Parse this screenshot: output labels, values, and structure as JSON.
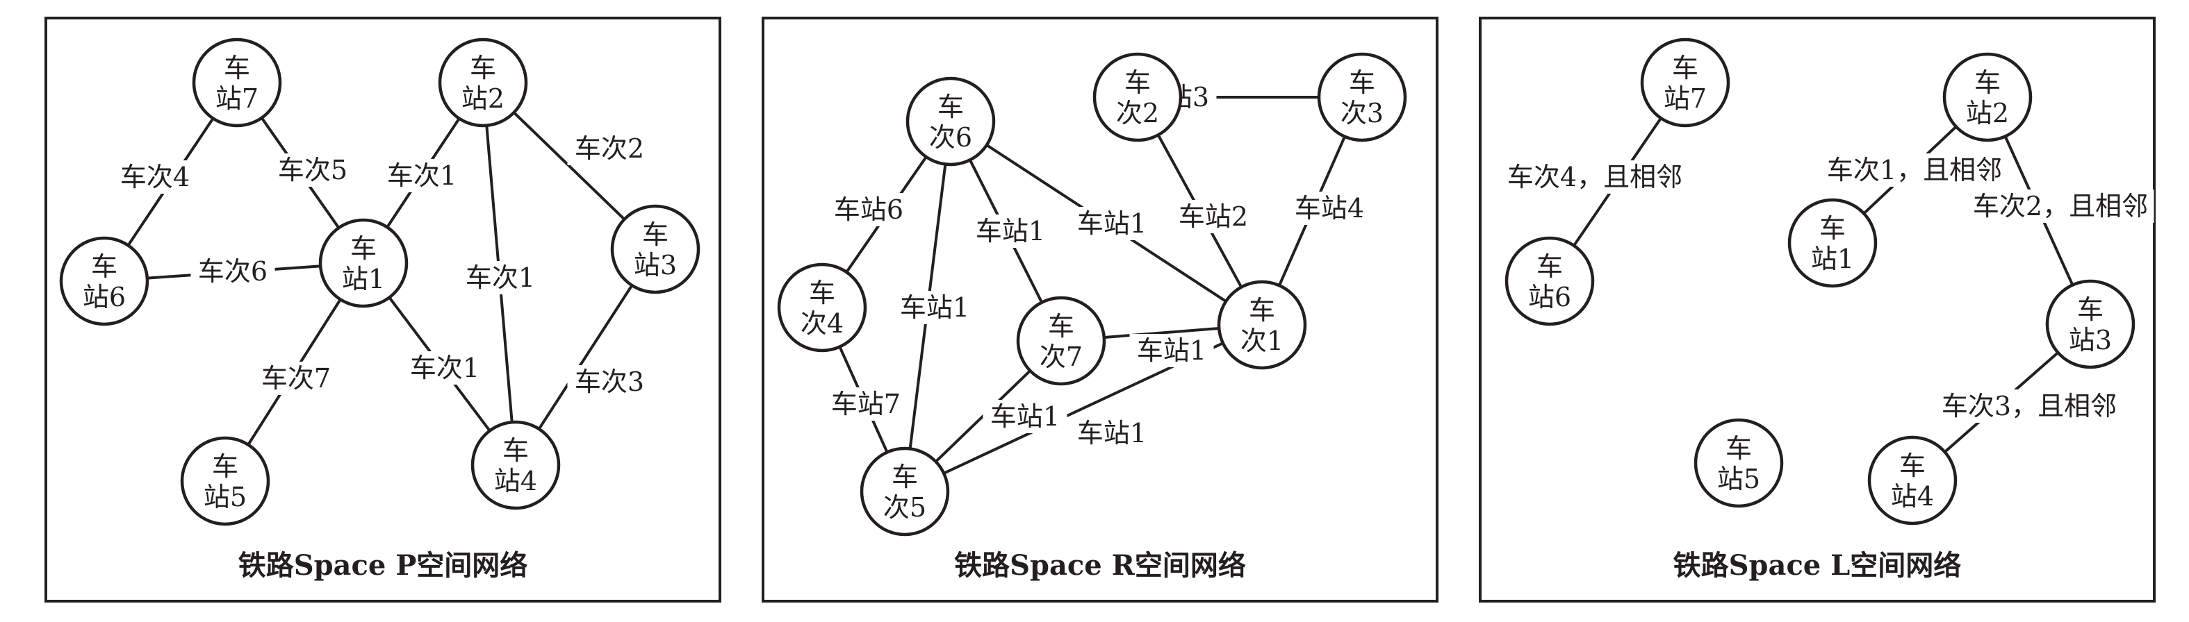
{
  "panels": [
    {
      "id": "space-p",
      "title": "铁路Space P空间网络",
      "nodes": [
        {
          "id": "s7",
          "line1": "车",
          "line2": "站7"
        },
        {
          "id": "s2",
          "line1": "车",
          "line2": "站2"
        },
        {
          "id": "s6",
          "line1": "车",
          "line2": "站6"
        },
        {
          "id": "s1",
          "line1": "车",
          "line2": "站1"
        },
        {
          "id": "s3",
          "line1": "车",
          "line2": "站3"
        },
        {
          "id": "s5",
          "line1": "车",
          "line2": "站5"
        },
        {
          "id": "s4",
          "line1": "车",
          "line2": "站4"
        }
      ],
      "edges": [
        {
          "from": "s7",
          "to": "s6",
          "label": "车次4"
        },
        {
          "from": "s7",
          "to": "s1",
          "label": "车次5"
        },
        {
          "from": "s1",
          "to": "s2",
          "label": "车次1"
        },
        {
          "from": "s2",
          "to": "s3",
          "label": "车次2"
        },
        {
          "from": "s2",
          "to": "s4",
          "label": "车次1"
        },
        {
          "from": "s6",
          "to": "s1",
          "label": "车次6"
        },
        {
          "from": "s1",
          "to": "s5",
          "label": "车次7"
        },
        {
          "from": "s1",
          "to": "s4",
          "label": "车次1"
        },
        {
          "from": "s3",
          "to": "s4",
          "label": "车次3"
        }
      ]
    },
    {
      "id": "space-r",
      "title": "铁路Space R空间网络",
      "nodes": [
        {
          "id": "t6",
          "line1": "车",
          "line2": "次6"
        },
        {
          "id": "t2",
          "line1": "车",
          "line2": "次2"
        },
        {
          "id": "t3",
          "line1": "车",
          "line2": "次3"
        },
        {
          "id": "t4",
          "line1": "车",
          "line2": "次4"
        },
        {
          "id": "t7",
          "line1": "车",
          "line2": "次7"
        },
        {
          "id": "t1",
          "line1": "车",
          "line2": "次1"
        },
        {
          "id": "t5",
          "line1": "车",
          "line2": "次5"
        }
      ],
      "edges": [
        {
          "from": "t2",
          "to": "t3",
          "label": "车站3"
        },
        {
          "from": "t6",
          "to": "t4",
          "label": "车站6"
        },
        {
          "from": "t6",
          "to": "t7",
          "label": "车站1"
        },
        {
          "from": "t6",
          "to": "t1",
          "label": "车站1"
        },
        {
          "from": "t2",
          "to": "t1",
          "label": "车站2"
        },
        {
          "from": "t3",
          "to": "t1",
          "label": "车站4"
        },
        {
          "from": "t6",
          "to": "t5",
          "label": "车站1"
        },
        {
          "from": "t7",
          "to": "t1",
          "label": "车站1"
        },
        {
          "from": "t4",
          "to": "t5",
          "label": "车站7"
        },
        {
          "from": "t7",
          "to": "t5",
          "label": "车站1"
        },
        {
          "from": "t5",
          "to": "t1",
          "label": "车站1"
        }
      ]
    },
    {
      "id": "space-l",
      "title": "铁路Space L空间网络",
      "nodes": [
        {
          "id": "s7",
          "line1": "车",
          "line2": "站7"
        },
        {
          "id": "s2",
          "line1": "车",
          "line2": "站2"
        },
        {
          "id": "s1",
          "line1": "车",
          "line2": "站1"
        },
        {
          "id": "s6",
          "line1": "车",
          "line2": "站6"
        },
        {
          "id": "s3",
          "line1": "车",
          "line2": "站3"
        },
        {
          "id": "s5",
          "line1": "车",
          "line2": "站5"
        },
        {
          "id": "s4",
          "line1": "车",
          "line2": "站4"
        }
      ],
      "edges": [
        {
          "from": "s7",
          "to": "s6",
          "label": "车次4，且相邻"
        },
        {
          "from": "s2",
          "to": "s1",
          "label": "车次1，且相邻"
        },
        {
          "from": "s2",
          "to": "s3",
          "label": "车次2，且相邻"
        },
        {
          "from": "s3",
          "to": "s4",
          "label": "车次3，且相邻"
        }
      ]
    }
  ]
}
